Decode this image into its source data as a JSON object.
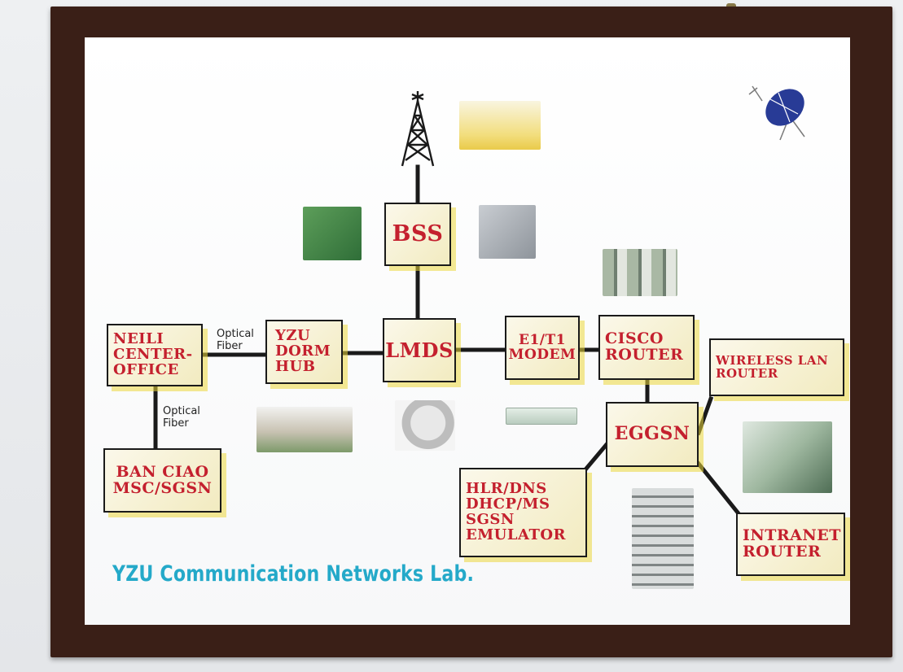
{
  "board": {
    "title": "YZU Communication Networks Lab."
  },
  "nodes": {
    "bss": [
      "BSS"
    ],
    "lmds": [
      "LMDS"
    ],
    "neili": [
      "NEILI",
      "CENTER-",
      "OFFICE"
    ],
    "yzu_dorm": [
      "YZU",
      "DORM",
      "HUB"
    ],
    "ban_ciao": [
      "BAN CIAO",
      "MSC/SGSN"
    ],
    "e1t1": [
      "E1/T1",
      "MODEM"
    ],
    "cisco": [
      "CISCO",
      "ROUTER"
    ],
    "wireless": [
      "WIRELESS LAN",
      "ROUTER"
    ],
    "eggsn": [
      "EGGSN"
    ],
    "hlr": [
      "HLR/DNS",
      "DHCP/MS",
      "SGSN",
      "EMULATOR"
    ],
    "intranet": [
      "INTRANET",
      "ROUTER"
    ]
  },
  "links": {
    "neili_yzu": [
      "Optical",
      "Fiber"
    ],
    "neili_ban": [
      "Optical",
      "Fiber"
    ]
  },
  "colors": {
    "frame": "#3a1f17",
    "box_text": "#c4202e",
    "box_fill": "#f2ebc0",
    "title": "#24a9c9"
  },
  "icons": [
    "antenna-tower-icon",
    "satellite-dish-icon"
  ]
}
